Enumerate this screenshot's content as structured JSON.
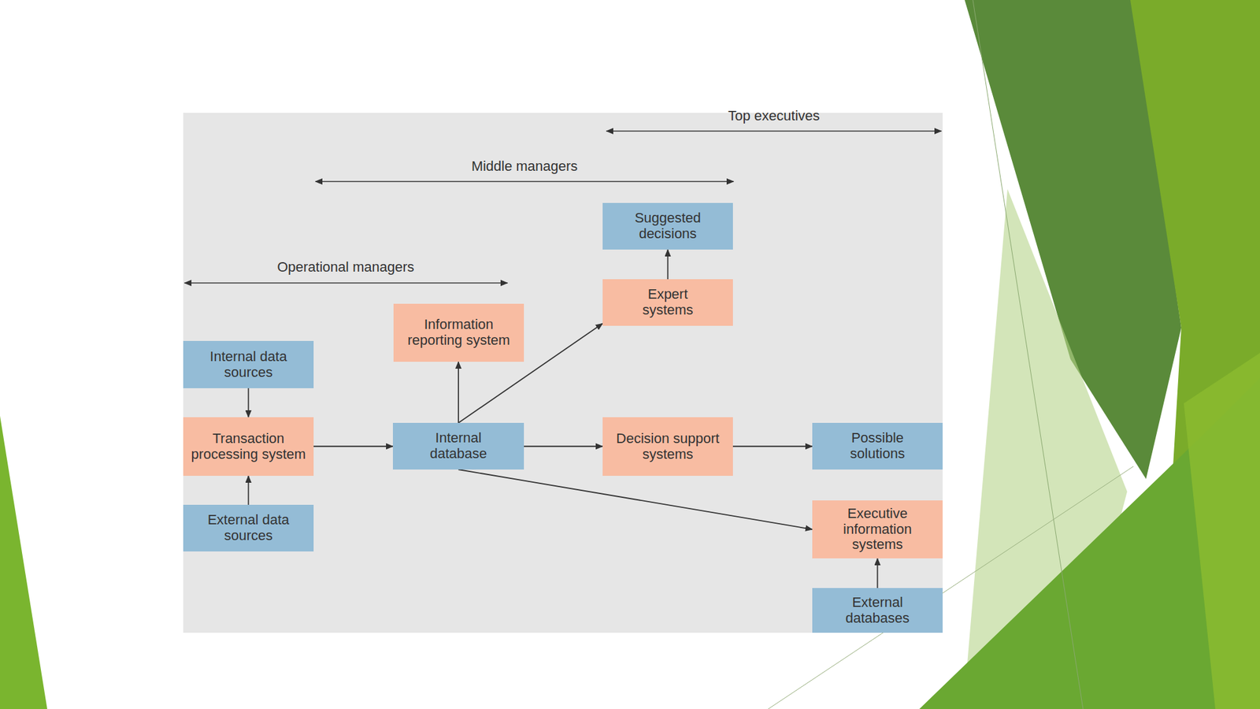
{
  "diagram": {
    "nodes": [
      {
        "text": [
          "Suggested decisions"
        ]
      },
      {
        "text": [
          "Expert systems"
        ]
      },
      {
        "text": [
          "Information reporting system"
        ]
      },
      {
        "text": [
          "Internal data sources"
        ]
      },
      {
        "text": [
          "Transaction processing system"
        ]
      },
      {
        "text": [
          "Internal database"
        ]
      },
      {
        "text": [
          "Decision support systems"
        ]
      },
      {
        "text": [
          "Possible solutions"
        ]
      },
      {
        "text": [
          "Executive information systems"
        ]
      },
      {
        "text": [
          "External data sources"
        ]
      },
      {
        "text": [
          "External databases"
        ]
      }
    ],
    "edges": [
      {
        "from": 3,
        "to": 4,
        "arrow": "to"
      },
      {
        "from": 9,
        "to": 4,
        "arrow": "to"
      },
      {
        "from": 4,
        "to": 5,
        "arrow": "to"
      },
      {
        "from": 5,
        "to": 2,
        "arrow": "to"
      },
      {
        "from": 5,
        "to": 1,
        "arrow": "to"
      },
      {
        "from": 5,
        "to": 6,
        "arrow": "to"
      },
      {
        "from": 6,
        "to": 7,
        "arrow": "to"
      },
      {
        "from": 5,
        "to": 8,
        "arrow": "to"
      },
      {
        "from": 1,
        "to": 0,
        "arrow": "to"
      },
      {
        "from": 10,
        "to": 8,
        "arrow": "to"
      }
    ],
    "labels": [
      "Top executives",
      "Middle managers",
      "Operational managers"
    ]
  }
}
